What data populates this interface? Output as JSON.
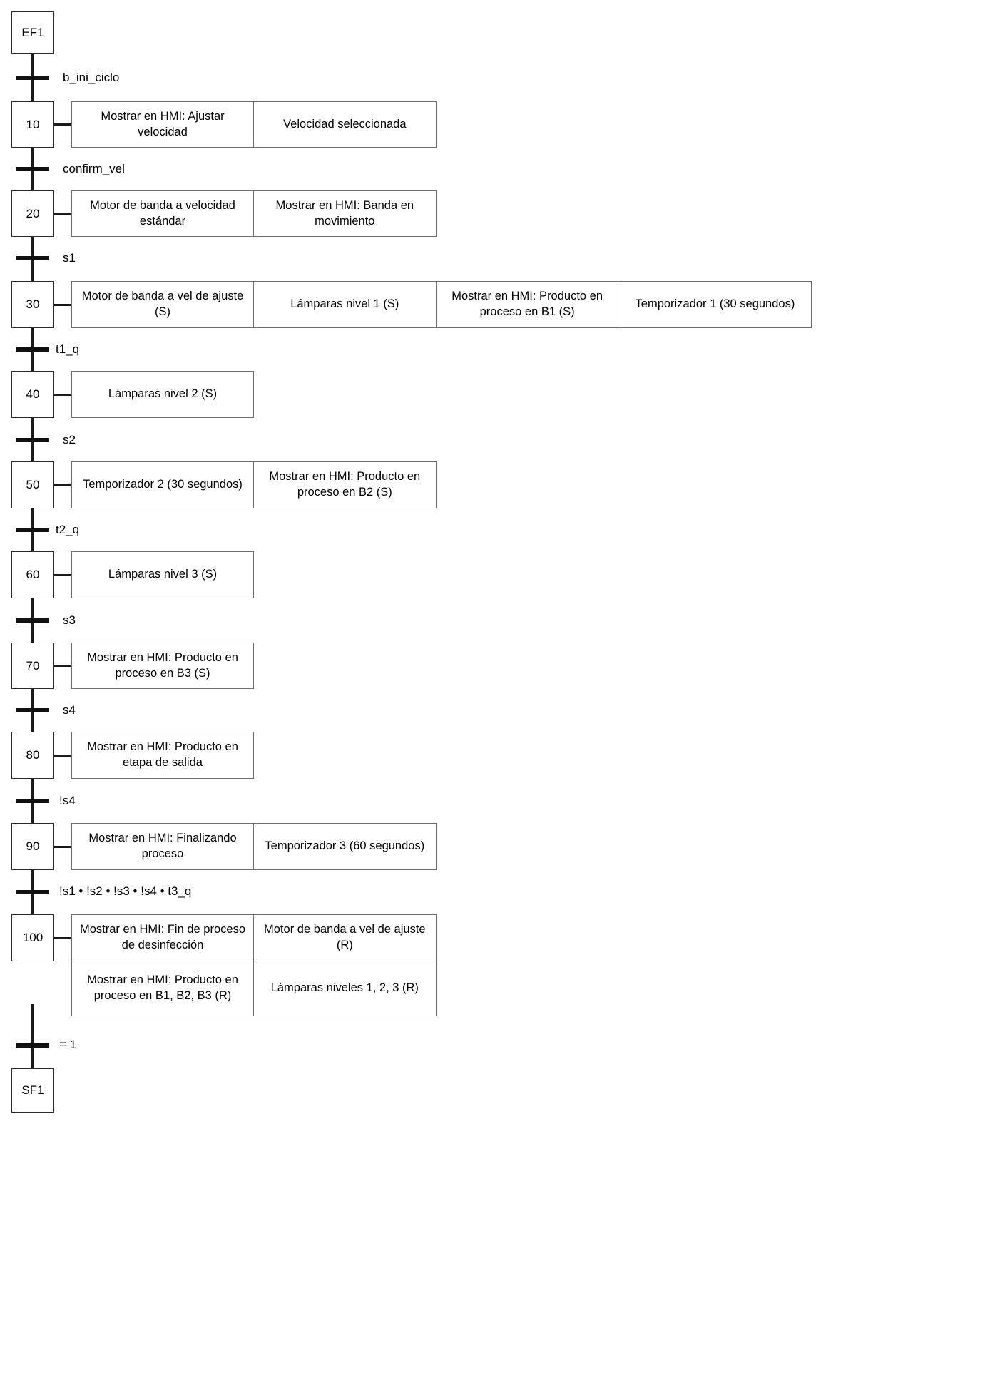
{
  "diagram": {
    "type": "sfc-grafcet",
    "title": "",
    "start_step": {
      "label": "EF1"
    },
    "end_step": {
      "label": "SF1"
    },
    "steps": [
      {
        "id": "10",
        "label": "10",
        "actions": [
          "Mostrar en HMI: Ajustar velocidad",
          "Velocidad seleccionada"
        ]
      },
      {
        "id": "20",
        "label": "20",
        "actions": [
          "Motor de banda a velocidad estándar",
          "Mostrar en HMI: Banda en movimiento"
        ]
      },
      {
        "id": "30",
        "label": "30",
        "actions": [
          "Motor de banda a vel de ajuste (S)",
          "Lámparas nivel 1 (S)",
          "Mostrar en HMI: Producto en proceso en B1 (S)",
          "Temporizador 1 (30 segundos)"
        ]
      },
      {
        "id": "40",
        "label": "40",
        "actions": [
          "Lámparas nivel 2 (S)"
        ]
      },
      {
        "id": "50",
        "label": "50",
        "actions": [
          "Temporizador 2 (30 segundos)",
          "Mostrar en HMI: Producto en proceso en B2 (S)"
        ]
      },
      {
        "id": "60",
        "label": "60",
        "actions": [
          "Lámparas nivel 3 (S)"
        ]
      },
      {
        "id": "70",
        "label": "70",
        "actions": [
          "Mostrar en HMI: Producto en proceso en B3 (S)"
        ]
      },
      {
        "id": "80",
        "label": "80",
        "actions": [
          "Mostrar en HMI: Producto en etapa de salida"
        ]
      },
      {
        "id": "90",
        "label": "90",
        "actions": [
          "Mostrar en HMI: Finalizando proceso",
          "Temporizador 3 (60 segundos)"
        ]
      },
      {
        "id": "100",
        "label": "100",
        "actions_row1": [
          "Mostrar en HMI: Fin de proceso de desinfección",
          "Motor de banda a vel de ajuste (R)"
        ],
        "actions_row2": [
          "Mostrar en HMI: Producto en proceso en B1, B2, B3 (R)",
          "Lámparas niveles 1, 2, 3 (R)"
        ]
      }
    ],
    "transitions": [
      {
        "id": "t-ef1-10",
        "label": "b_ini_ciclo"
      },
      {
        "id": "t-10-20",
        "label": "confirm_vel"
      },
      {
        "id": "t-20-30",
        "label": "s1"
      },
      {
        "id": "t-30-40",
        "label": "t1_q"
      },
      {
        "id": "t-40-50",
        "label": "s2"
      },
      {
        "id": "t-50-60",
        "label": "t2_q"
      },
      {
        "id": "t-60-70",
        "label": "s3"
      },
      {
        "id": "t-70-80",
        "label": "s4"
      },
      {
        "id": "t-80-90",
        "label": "!s4"
      },
      {
        "id": "t-90-100",
        "label": "!s1 • !s2 • !s3 • !s4 • t3_q"
      },
      {
        "id": "t-100-sf1",
        "label": "= 1"
      }
    ],
    "colors": {
      "line": "#1a1a1a",
      "step_border": "#2b2b2b",
      "action_border": "#6e6e6e",
      "background": "#ffffff",
      "text": "#000000"
    }
  }
}
